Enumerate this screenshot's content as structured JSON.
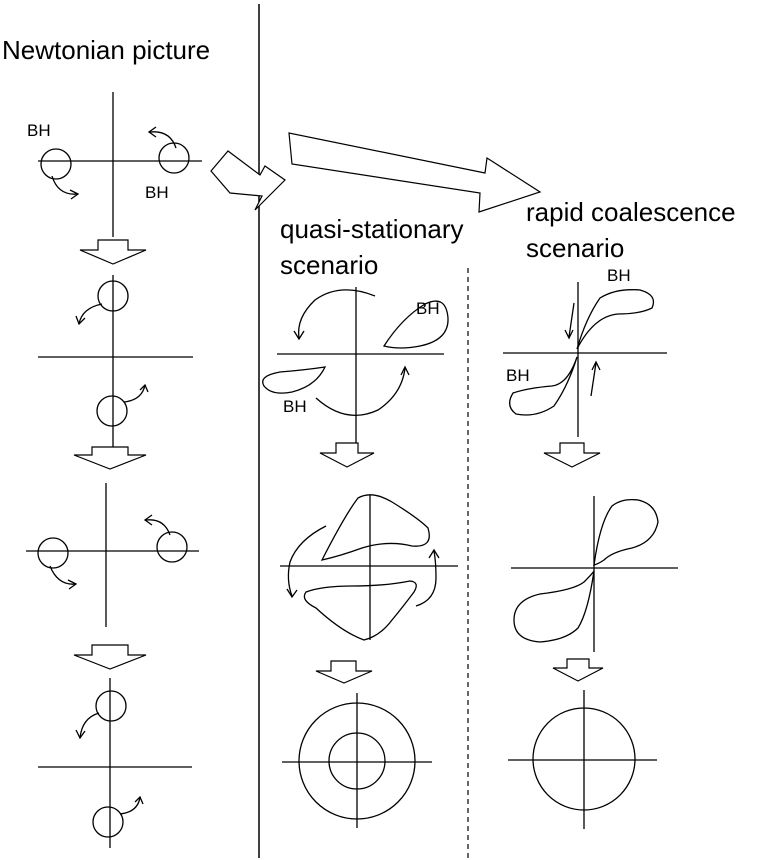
{
  "titles": {
    "newtonian": "Newtonian picture",
    "quasi_line1": "quasi-stationary",
    "quasi_line2": "scenario",
    "rapid_line1": "rapid coalescence",
    "rapid_line2": "scenario"
  },
  "bh_label": "BH"
}
